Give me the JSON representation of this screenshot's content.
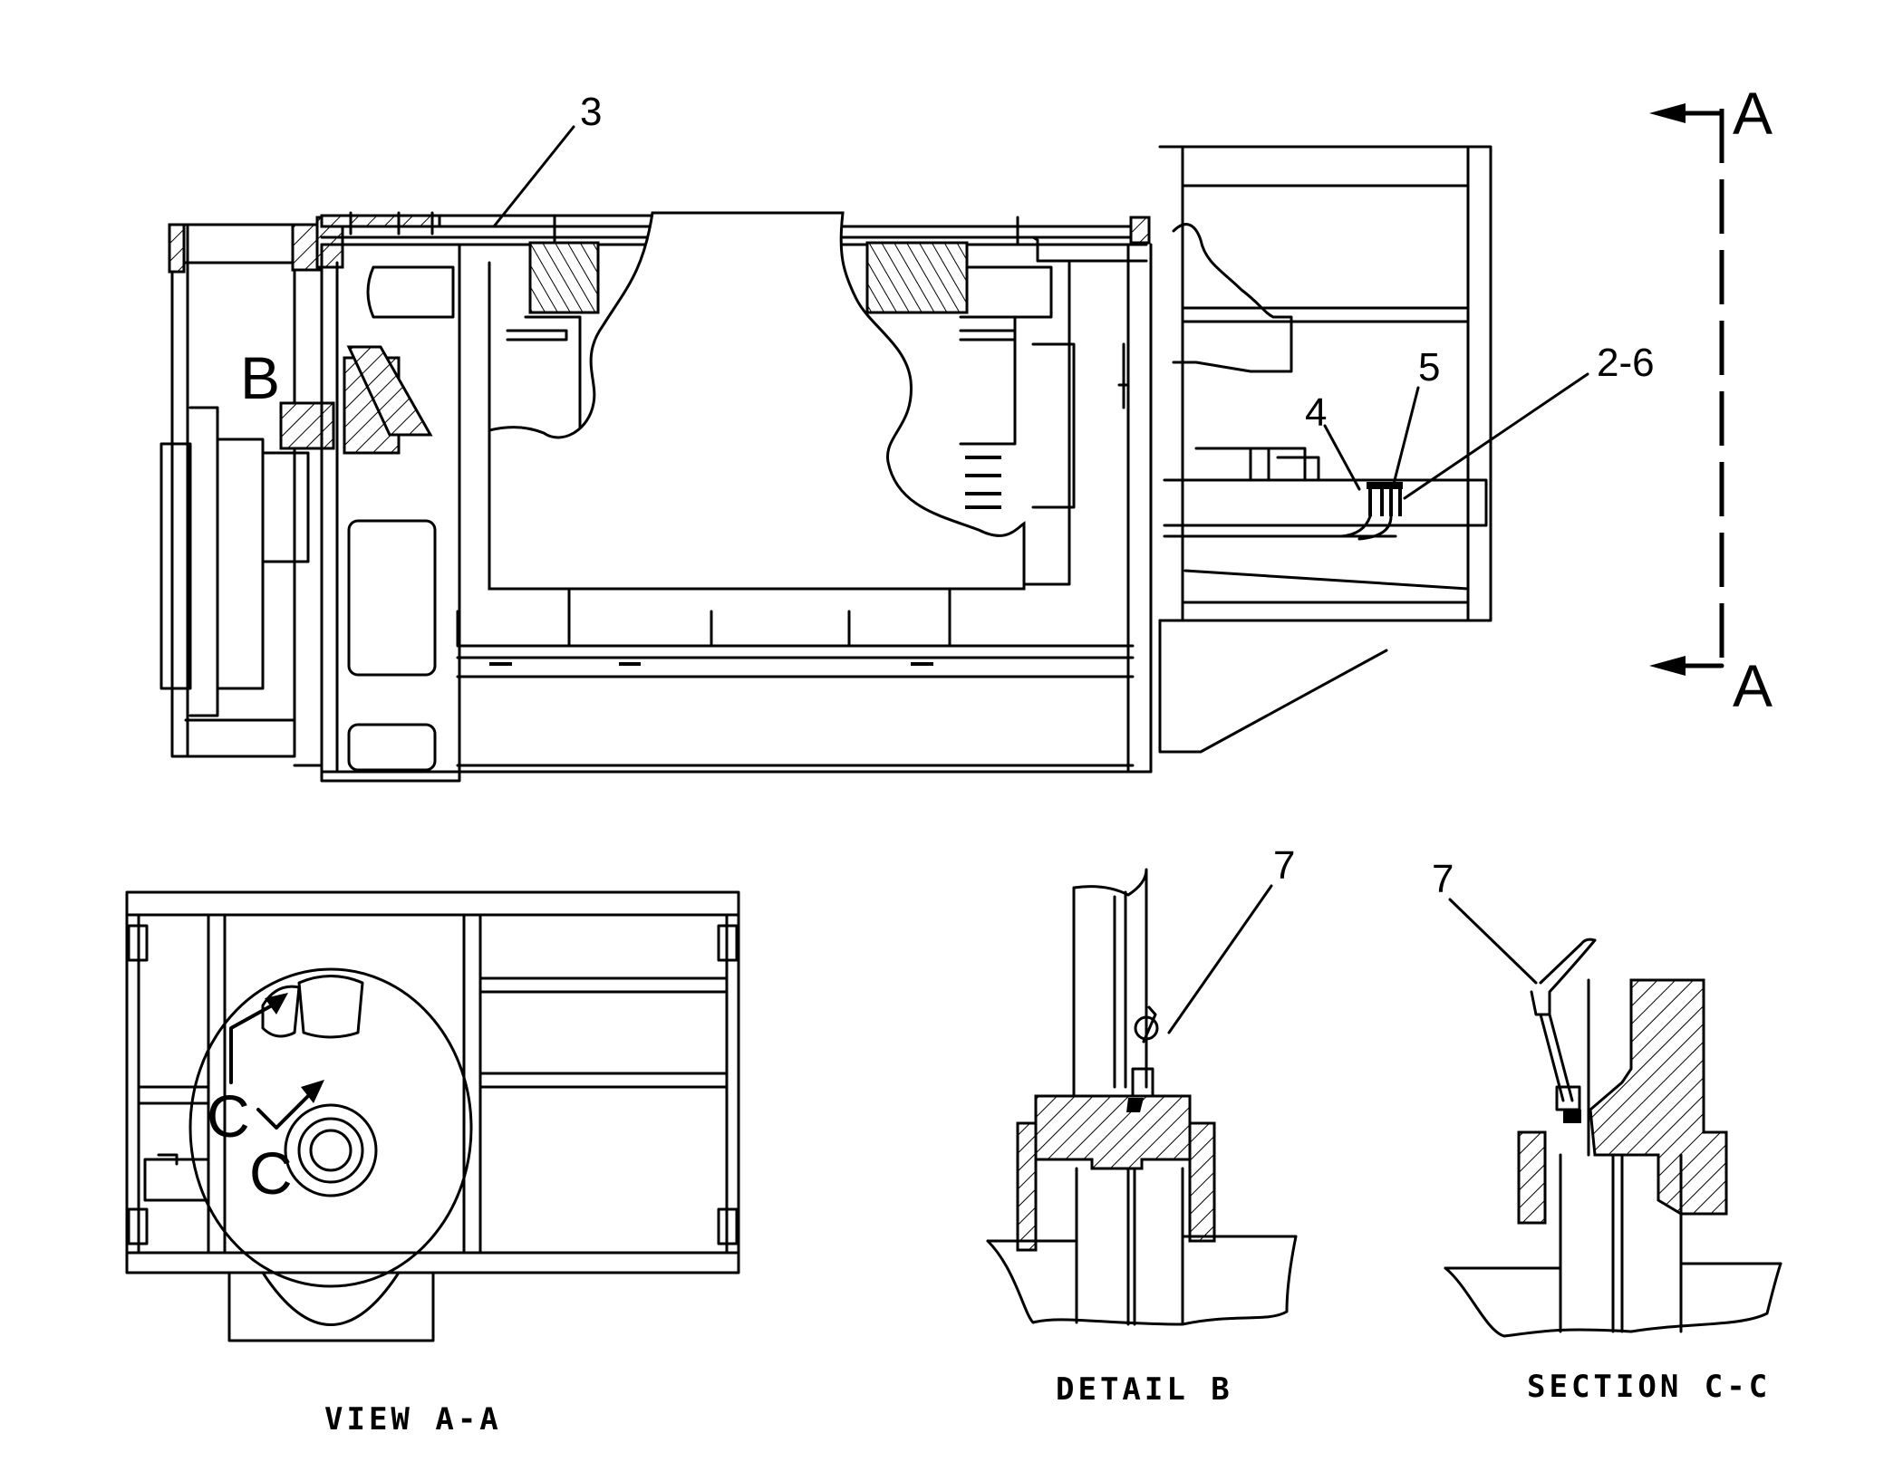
{
  "drawing": {
    "type": "engineering-parts-diagram",
    "line_color": "#000000",
    "background": "#ffffff"
  },
  "callouts": {
    "c3": "3",
    "c4": "4",
    "c5": "5",
    "c2_6": "2-6",
    "c7_detail_b": "7",
    "c7_section_cc": "7"
  },
  "section_markers": {
    "top_a": "A",
    "bottom_a": "A",
    "detail_b": "B",
    "c_upper": "C",
    "c_lower": "C"
  },
  "captions": {
    "view_aa": "VIEW A-A",
    "detail_b": "DETAIL B",
    "section_cc": "SECTION C-C"
  }
}
